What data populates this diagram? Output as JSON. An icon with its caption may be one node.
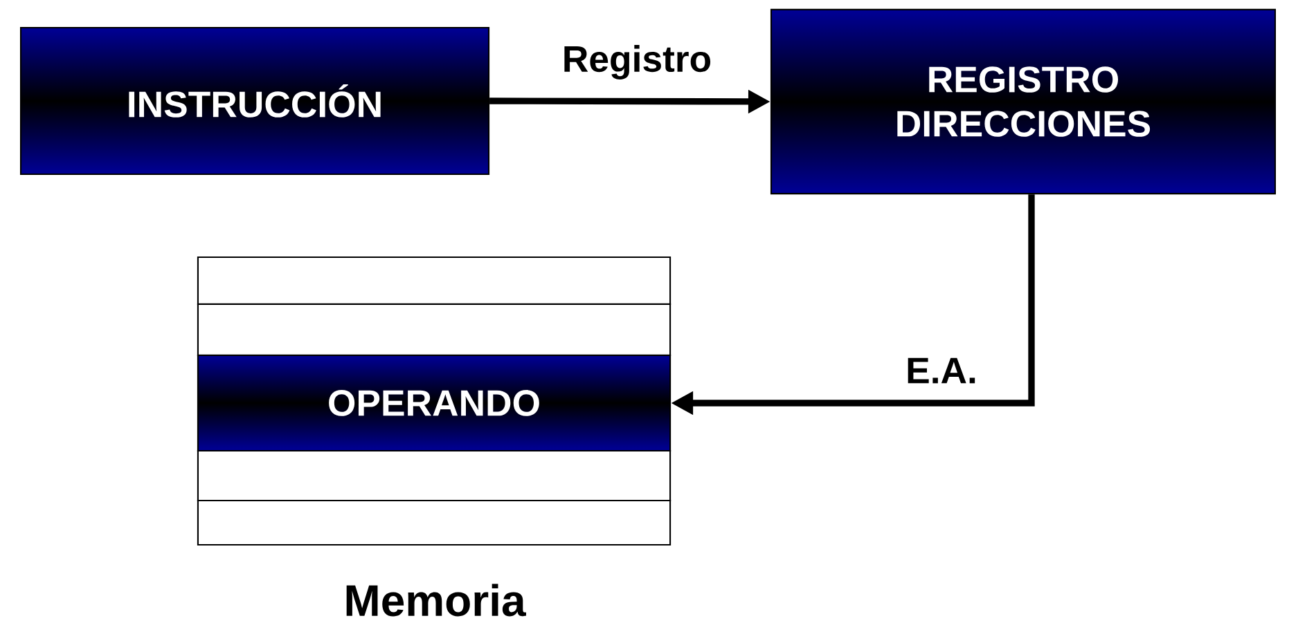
{
  "diagram": {
    "nodes": [
      {
        "text": [
          "INSTRUCCIÓN"
        ]
      },
      {
        "text": [
          "REGISTRO DIRECCIONES"
        ]
      },
      {
        "text": [],
        "shape": "box"
      },
      {
        "text": [],
        "shape": "box"
      },
      {
        "text": [
          "OPERANDO"
        ]
      },
      {
        "text": [],
        "shape": "box"
      },
      {
        "text": [],
        "shape": "box"
      }
    ],
    "edges": [
      {
        "from": 0,
        "to": 1,
        "arrow": "to",
        "label": "Registro"
      },
      {
        "from": 1,
        "to": 4,
        "arrow": "to",
        "label": "E.A."
      }
    ],
    "labels": [
      "Memoria"
    ]
  }
}
